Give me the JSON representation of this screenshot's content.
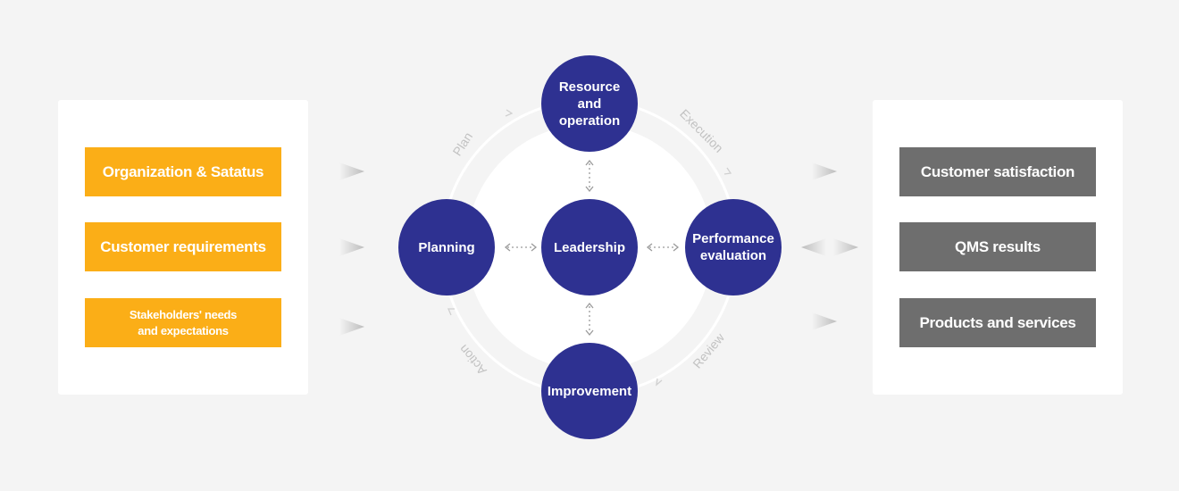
{
  "inputs": [
    {
      "label": "Organization & Satatus"
    },
    {
      "label": "Customer requirements"
    },
    {
      "label": "Stakeholders' needs\nand expectations"
    }
  ],
  "outputs": [
    {
      "label": "Customer satisfaction"
    },
    {
      "label": "QMS results"
    },
    {
      "label": "Products and services"
    }
  ],
  "nodes": {
    "resource": "Resource\nand\noperation",
    "planning": "Planning",
    "leadership": "Leadership",
    "performance": "Performance\nevaluation",
    "improvement": "Improvement"
  },
  "cycle_labels": {
    "plan": "Plan",
    "execution": "Execution",
    "review": "Review",
    "action": "Action"
  },
  "colors": {
    "node": "#2e3191",
    "input_box": "#fbae17",
    "output_box": "#6e6e6e",
    "cycle_text": "#bdbdbd"
  }
}
